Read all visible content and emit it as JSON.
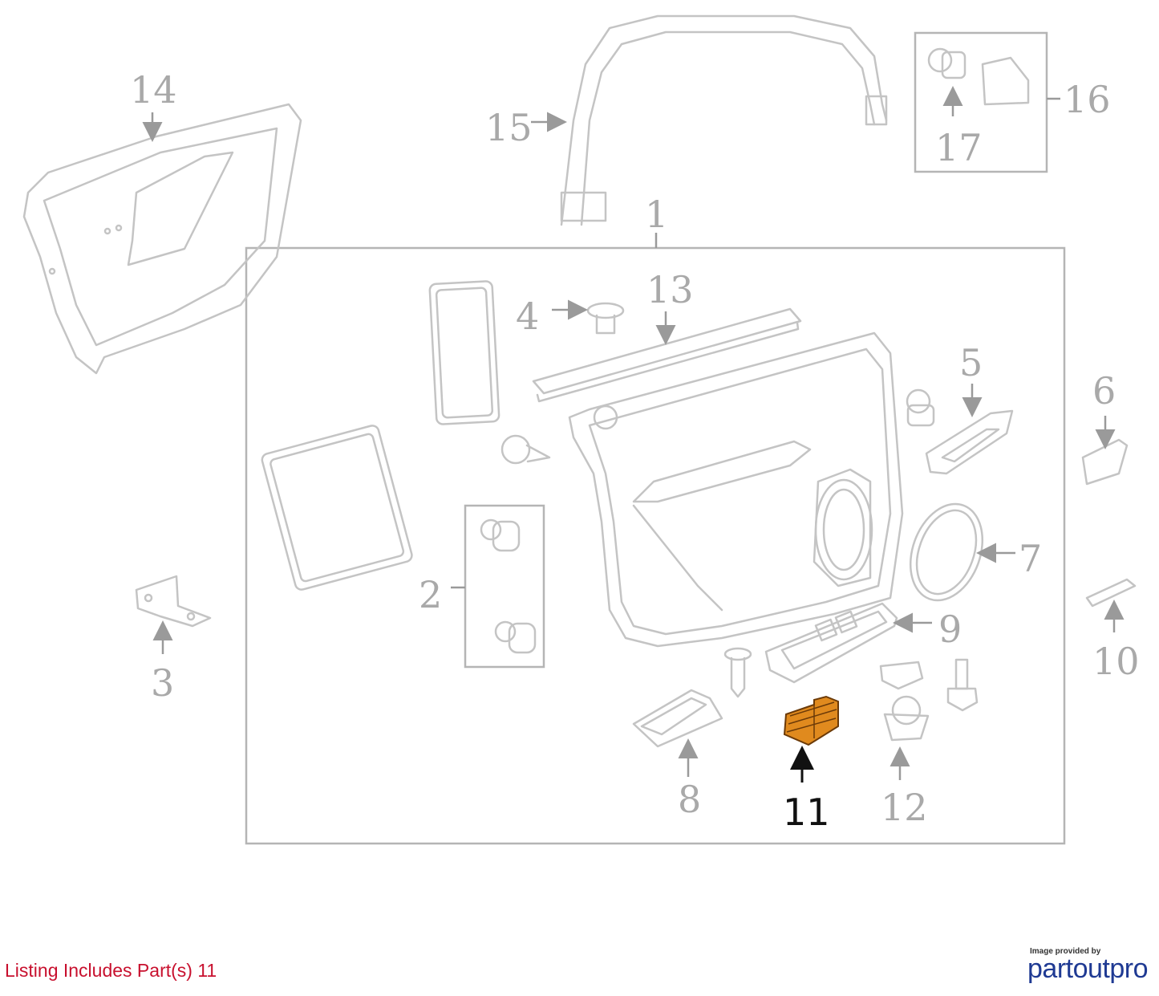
{
  "caption": {
    "listing": "Listing Includes Part(s) 11"
  },
  "credit": {
    "provided_by": "Image provided by",
    "brand": "partoutpro"
  },
  "callouts": [
    "1",
    "2",
    "3",
    "4",
    "5",
    "6",
    "7",
    "8",
    "9",
    "10",
    "11",
    "12",
    "13",
    "14",
    "15",
    "16",
    "17"
  ],
  "highlight": {
    "part": "11",
    "color": "#e08a1e"
  },
  "colors": {
    "line": "#c4c4c4",
    "label": "#a9a9a9",
    "caption": "#c8102e",
    "brand": "#1f3a93"
  }
}
